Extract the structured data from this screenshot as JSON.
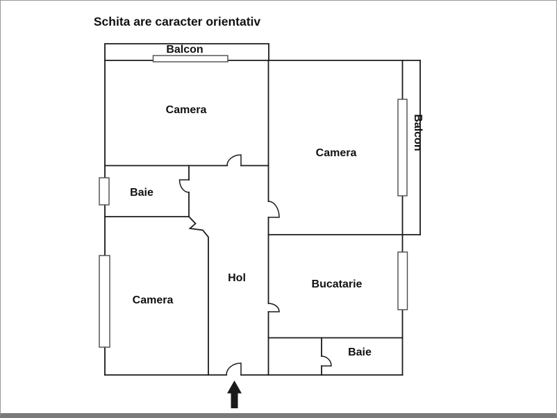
{
  "title": "Schita are caracter orientativ",
  "floor_plan": {
    "labels": {
      "balcony_top": "Balcon",
      "bedroom_top_left": "Camera",
      "bedroom_right": "Camera",
      "balcony_right": "Balcon",
      "bathroom_top": "Baie",
      "bedroom_bottom_left": "Camera",
      "hallway": "Hol",
      "kitchen": "Bucatarie",
      "bathroom_bottom": "Baie"
    },
    "icons": {
      "entrance_arrow": "arrow-up-icon"
    },
    "colors": {
      "wall": "#1a1a1a",
      "door": "#1a1a1a",
      "window_outline": "#4a4a4a",
      "window_fill": "#ffffff",
      "arrow_fill": "#1a1a1a",
      "background": "#ffffff",
      "page_border": "#979797",
      "bottom_bar": "#7a7a7a"
    }
  }
}
